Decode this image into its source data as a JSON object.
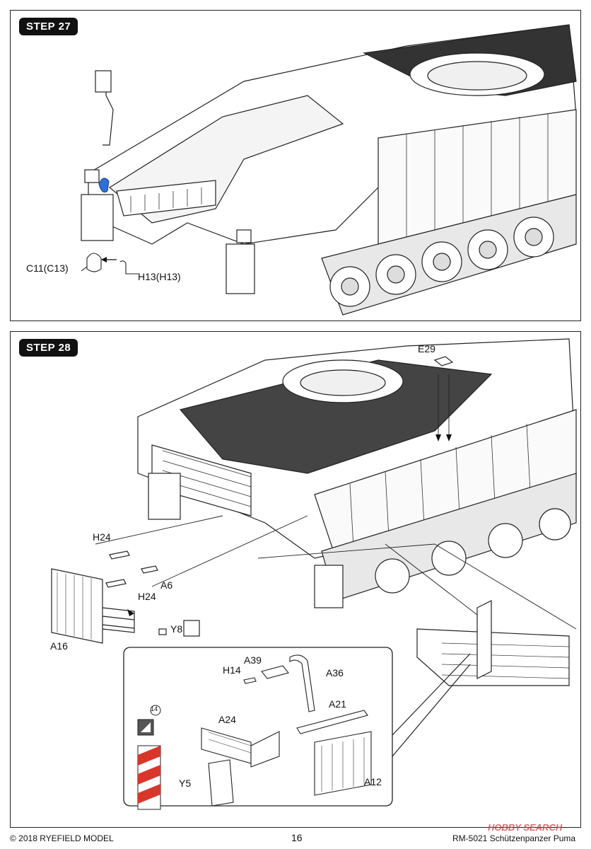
{
  "step27": {
    "badge": "STEP 27",
    "labels": {
      "c11": "C11(C13)",
      "h13": "H13(H13)"
    }
  },
  "step28": {
    "badge": "STEP 28",
    "labels": {
      "e29": "E29",
      "h24_top": "H24",
      "h24_bottom": "H24",
      "a6": "A6",
      "a16": "A16",
      "y8": "Y8",
      "h14": "H14",
      "a39": "A39",
      "a36": "A36",
      "a21": "A21",
      "a24": "A24",
      "y5": "Y5",
      "a12": "A12",
      "decal_num": "14"
    }
  },
  "footer": {
    "copyright": "© 2018 RYEFIELD MODEL",
    "page_number": "16",
    "product": "RM-5021 Schützenpanzer Puma"
  },
  "watermark": "HOBBY SEARCH",
  "colors": {
    "highlight": "#2f6fd6",
    "decal_red": "#d9362b",
    "badge_bg": "#111111"
  }
}
